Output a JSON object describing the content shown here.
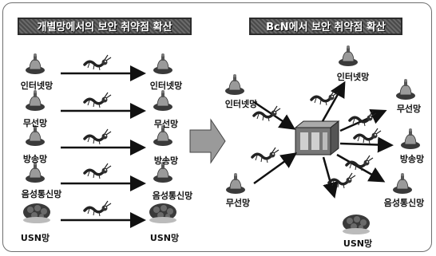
{
  "left_title": "개별망에서의 보안 취약점 확산",
  "right_title": "BcN에서 보안 취약점 확산",
  "left_rows": [
    {
      "from": "인터넷망",
      "to": "인터넷망"
    },
    {
      "from": "무선망",
      "to": "무선망"
    },
    {
      "from": "방송망",
      "to": "방송망"
    },
    {
      "from": "음성통신망",
      "to": "음성통신망"
    },
    {
      "from": "USN망",
      "to": "USN망"
    }
  ],
  "right_nodes": {
    "source_internet": "인터넷망",
    "source_wireless": "무선망",
    "target_internet": "인터넷망",
    "target_wireless": "무선망",
    "target_broadcast": "방송망",
    "target_voice": "음성통신망",
    "target_usn": "USN망"
  },
  "icons": {
    "network": "network-node-icon",
    "worm": "worm-bug-icon",
    "usn": "usn-cloud-icon",
    "server": "bcn-server-icon",
    "big_arrow": "transition-arrow-icon"
  }
}
